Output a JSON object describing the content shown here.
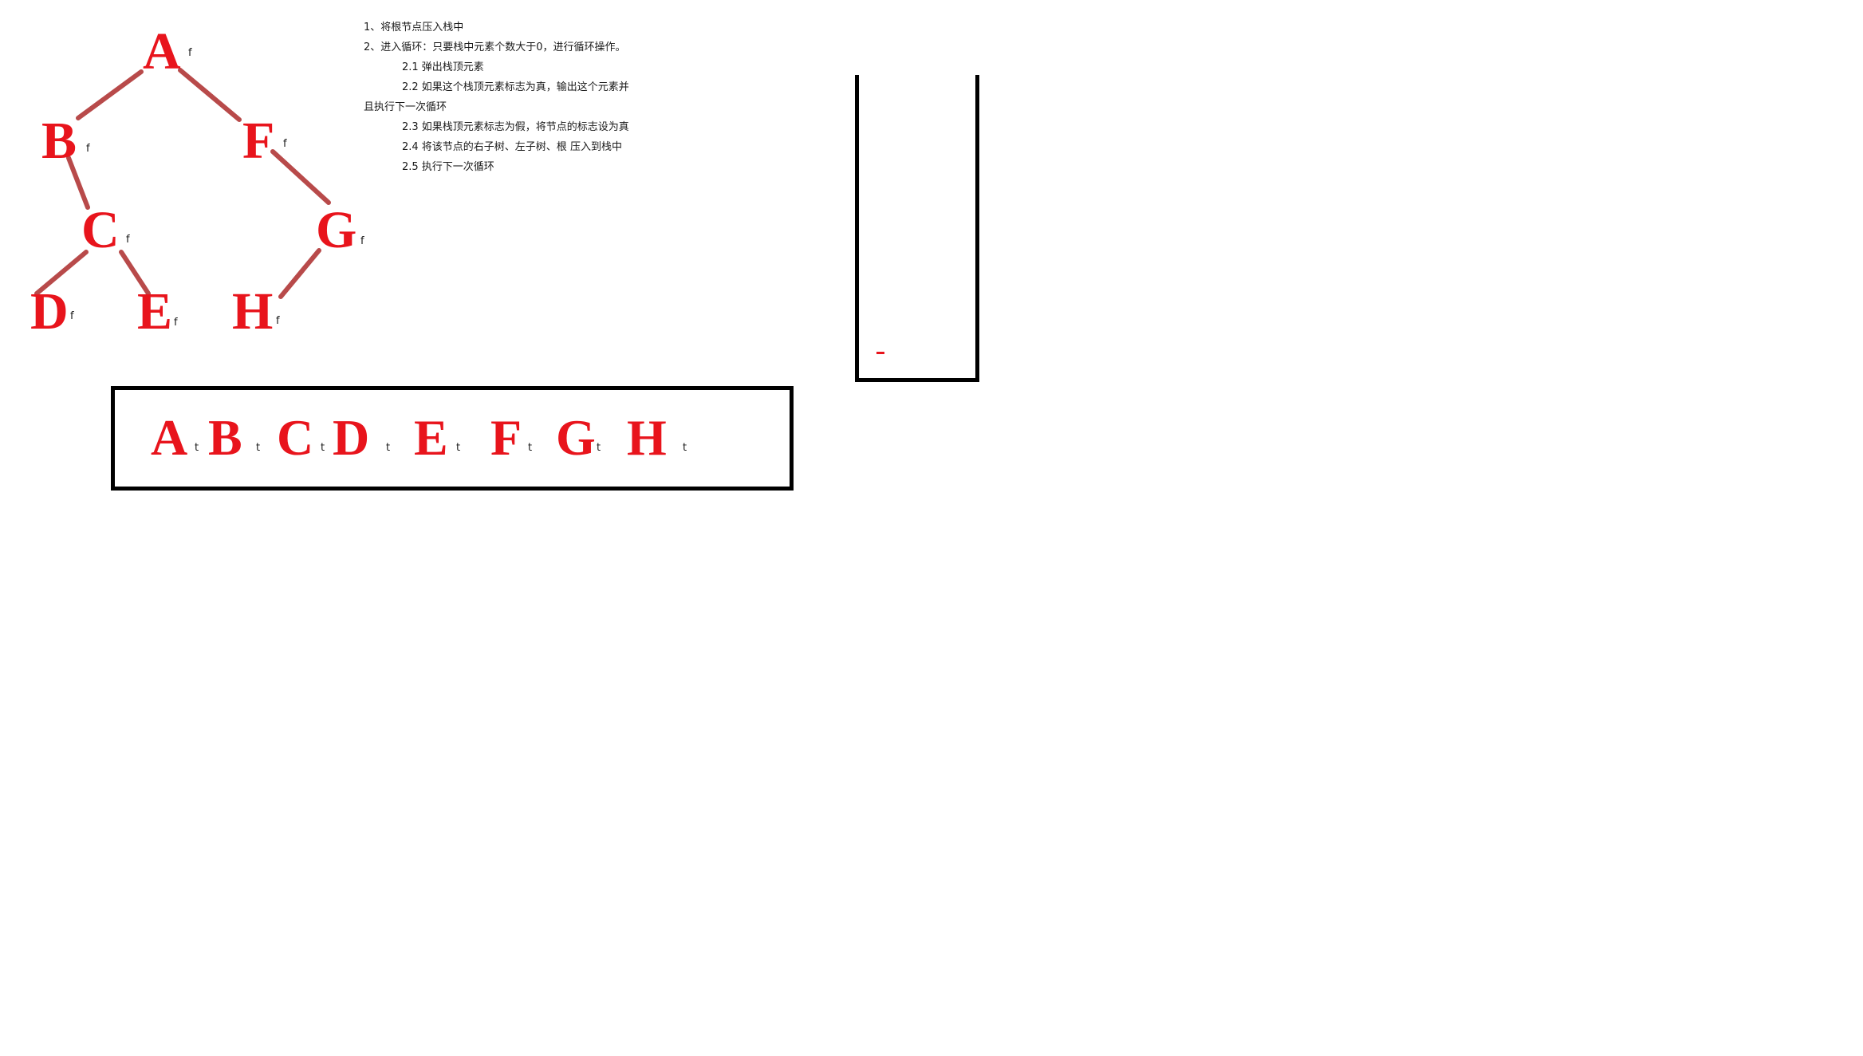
{
  "tree": {
    "nodes": [
      {
        "key": "A",
        "label": "A",
        "flag": "f"
      },
      {
        "key": "B",
        "label": "B",
        "flag": "f"
      },
      {
        "key": "F",
        "label": "F",
        "flag": "f"
      },
      {
        "key": "C",
        "label": "C",
        "flag": "f"
      },
      {
        "key": "G",
        "label": "G",
        "flag": "f"
      },
      {
        "key": "D",
        "label": "D",
        "flag": "f"
      },
      {
        "key": "E",
        "label": "E",
        "flag": "f"
      },
      {
        "key": "H",
        "label": "H",
        "flag": "f"
      }
    ],
    "edges": [
      {
        "from": "A",
        "to": "B"
      },
      {
        "from": "A",
        "to": "F"
      },
      {
        "from": "B",
        "to": "C"
      },
      {
        "from": "F",
        "to": "G"
      },
      {
        "from": "C",
        "to": "D"
      },
      {
        "from": "C",
        "to": "E"
      },
      {
        "from": "G",
        "to": "H"
      }
    ],
    "node_color": "#e8141c",
    "edge_color": "#b84a4a"
  },
  "algorithm": {
    "lines": [
      "1、将根节点压入栈中",
      "2、进入循环：只要栈中元素个数大于0，进行循环操作。",
      "2.1 弹出栈顶元素",
      "2.2 如果这个栈顶元素标志为真，输出这个元素并",
      "且执行下一次循环",
      "2.3 如果栈顶元素标志为假，将节点的标志设为真",
      "2.4 将该节点的右子树、左子树、根 压入到栈中",
      "2.5 执行下一次循环"
    ]
  },
  "output": {
    "items": [
      {
        "label": "A",
        "flag": "t"
      },
      {
        "label": "B",
        "flag": "t"
      },
      {
        "label": "C",
        "flag": "t"
      },
      {
        "label": "D",
        "flag": "t"
      },
      {
        "label": "E",
        "flag": "t"
      },
      {
        "label": "F",
        "flag": "t"
      },
      {
        "label": "G",
        "flag": "t"
      },
      {
        "label": "H",
        "flag": "t"
      }
    ]
  }
}
